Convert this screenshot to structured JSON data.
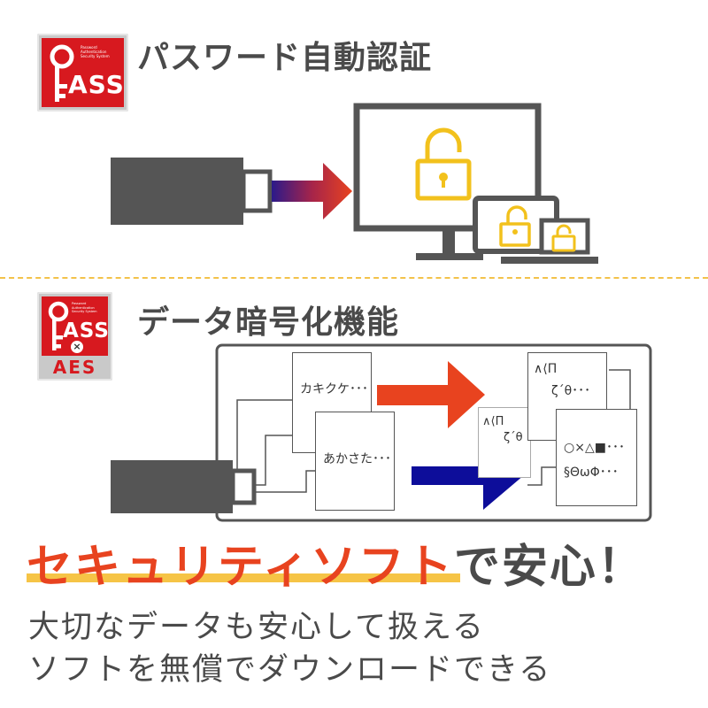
{
  "section1": {
    "title": "パスワード自動認証",
    "badge": {
      "pass_text": "ASS",
      "small_lines": [
        "Password",
        "Authentication",
        "Security System"
      ]
    }
  },
  "section2": {
    "title": "データ暗号化機能",
    "badge": {
      "pass_text": "ASS",
      "small_lines": [
        "Password",
        "Authentication",
        "Security System"
      ],
      "cross": "×",
      "aes": "AES"
    },
    "cards": {
      "plain_1": "カキクケ･･･",
      "plain_2": "あかさた･･･",
      "cipher_1_line1": "∧⟨Π",
      "cipher_1_line2": "ζ´θ･･･",
      "cipher_hidden_line1": "∧⟨Π",
      "cipher_hidden_line2": "ζ´θ",
      "cipher_2_line1": "○×△■･･･",
      "cipher_2_line2": "§ΘωΦ･･･"
    }
  },
  "headline": {
    "highlight": "セキュリティソフト",
    "rest": "で安心！"
  },
  "subtext": {
    "line1": "大切なデータも安心して扱える",
    "line2": "ソフトを無償でダウンロードできる"
  },
  "colors": {
    "accent_red": "#e8431f",
    "accent_blue": "#0d0d9a",
    "lock_yellow": "#f2c11c",
    "badge_red": "#d7191f",
    "underline_yellow": "#f6c446",
    "device_gray": "#555555"
  }
}
